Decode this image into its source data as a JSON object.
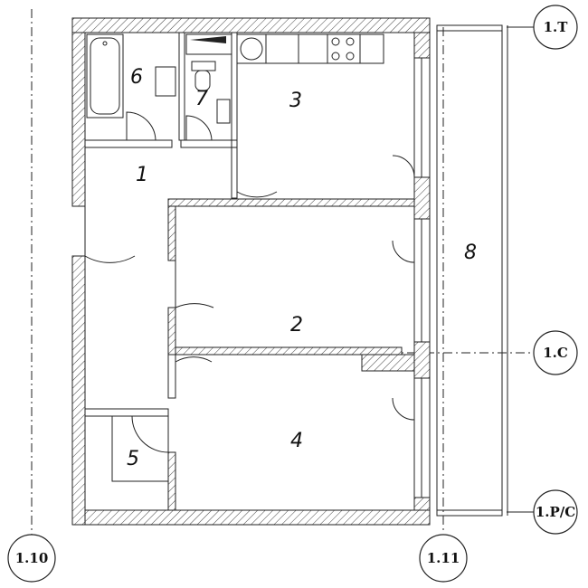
{
  "rooms": [
    {
      "id": "hall",
      "label": "1"
    },
    {
      "id": "room-2",
      "label": "2"
    },
    {
      "id": "kitchen",
      "label": "3"
    },
    {
      "id": "room-4",
      "label": "4"
    },
    {
      "id": "closet",
      "label": "5"
    },
    {
      "id": "bathroom",
      "label": "6"
    },
    {
      "id": "toilet",
      "label": "7"
    },
    {
      "id": "loggia",
      "label": "8"
    }
  ],
  "axes": {
    "top_right": "1.T",
    "middle_right": "1.C",
    "bottom_right": "1.P/C",
    "bottom_left": "1.10",
    "bottom_center": "1.11"
  }
}
